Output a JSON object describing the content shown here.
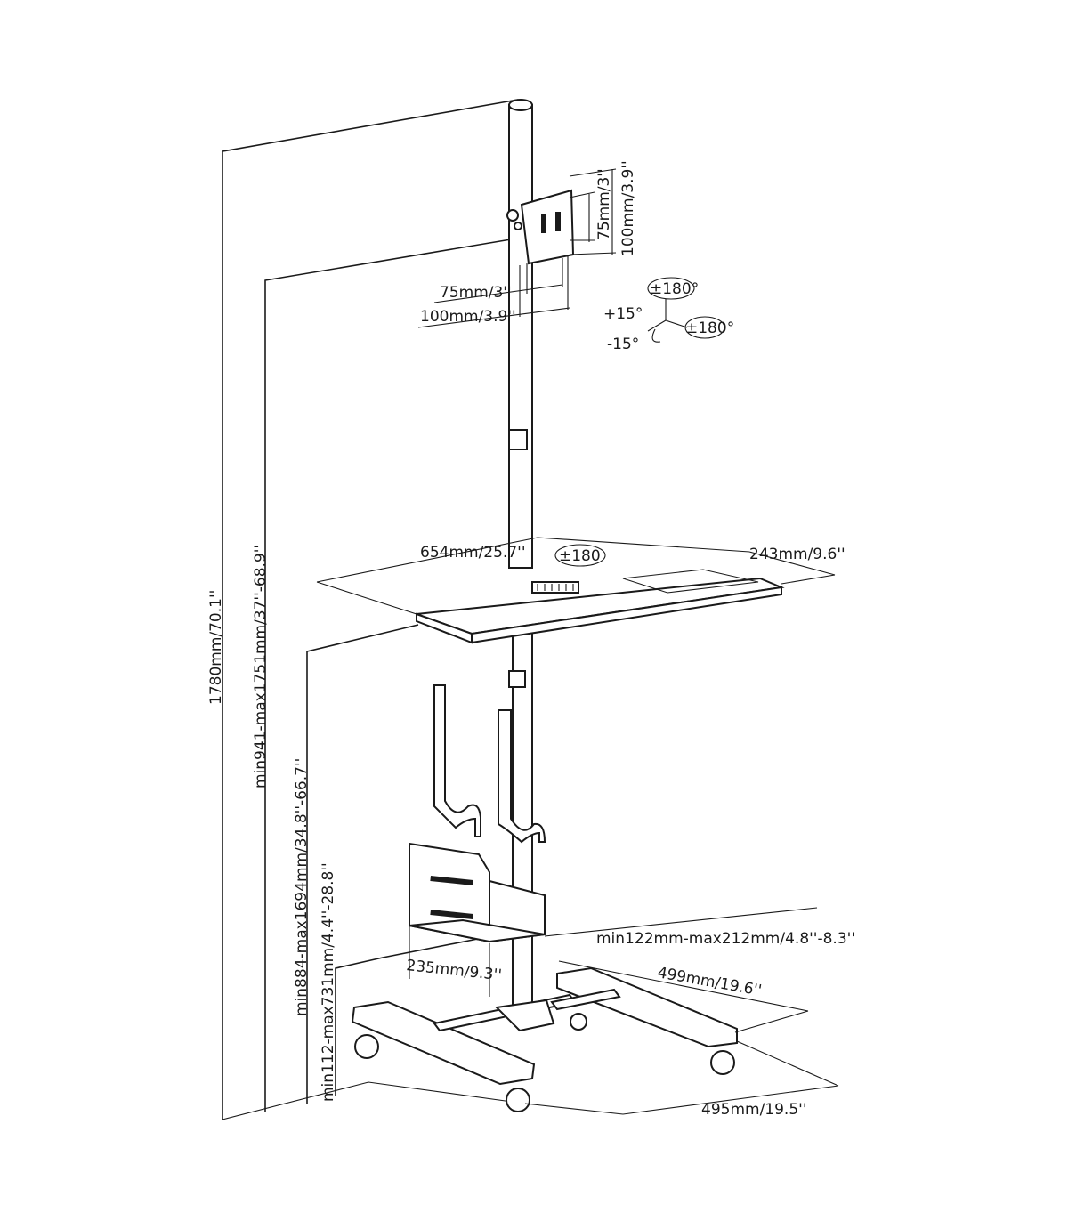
{
  "dimensions": {
    "total_height": "1780mm/70.1''",
    "monitor_height_range": "min941-max1751mm/37''-68.9''",
    "tray_height_range": "min884-max1694mm/34.8''-66.7''",
    "cpu_holder_height_range": "min112-max731mm/4.4''-28.8''",
    "vesa_h_75": "75mm/3''",
    "vesa_h_100": "100mm/3.9''",
    "vesa_v_75": "75mm/3''",
    "vesa_v_100": "100mm/3.9''",
    "tray_width": "654mm/25.7''",
    "tray_depth": "243mm/9.6''",
    "cpu_width_range": "min122mm-max212mm/4.8''-8.3''",
    "cpu_depth": "235mm/9.3''",
    "base_depth": "499mm/19.6''",
    "base_width": "495mm/19.5''"
  },
  "rotation": {
    "swivel": "±180°",
    "rotate": "±180°",
    "tilt_up": "+15°",
    "tilt_down": "-15°",
    "tray_rotation": "±180"
  }
}
